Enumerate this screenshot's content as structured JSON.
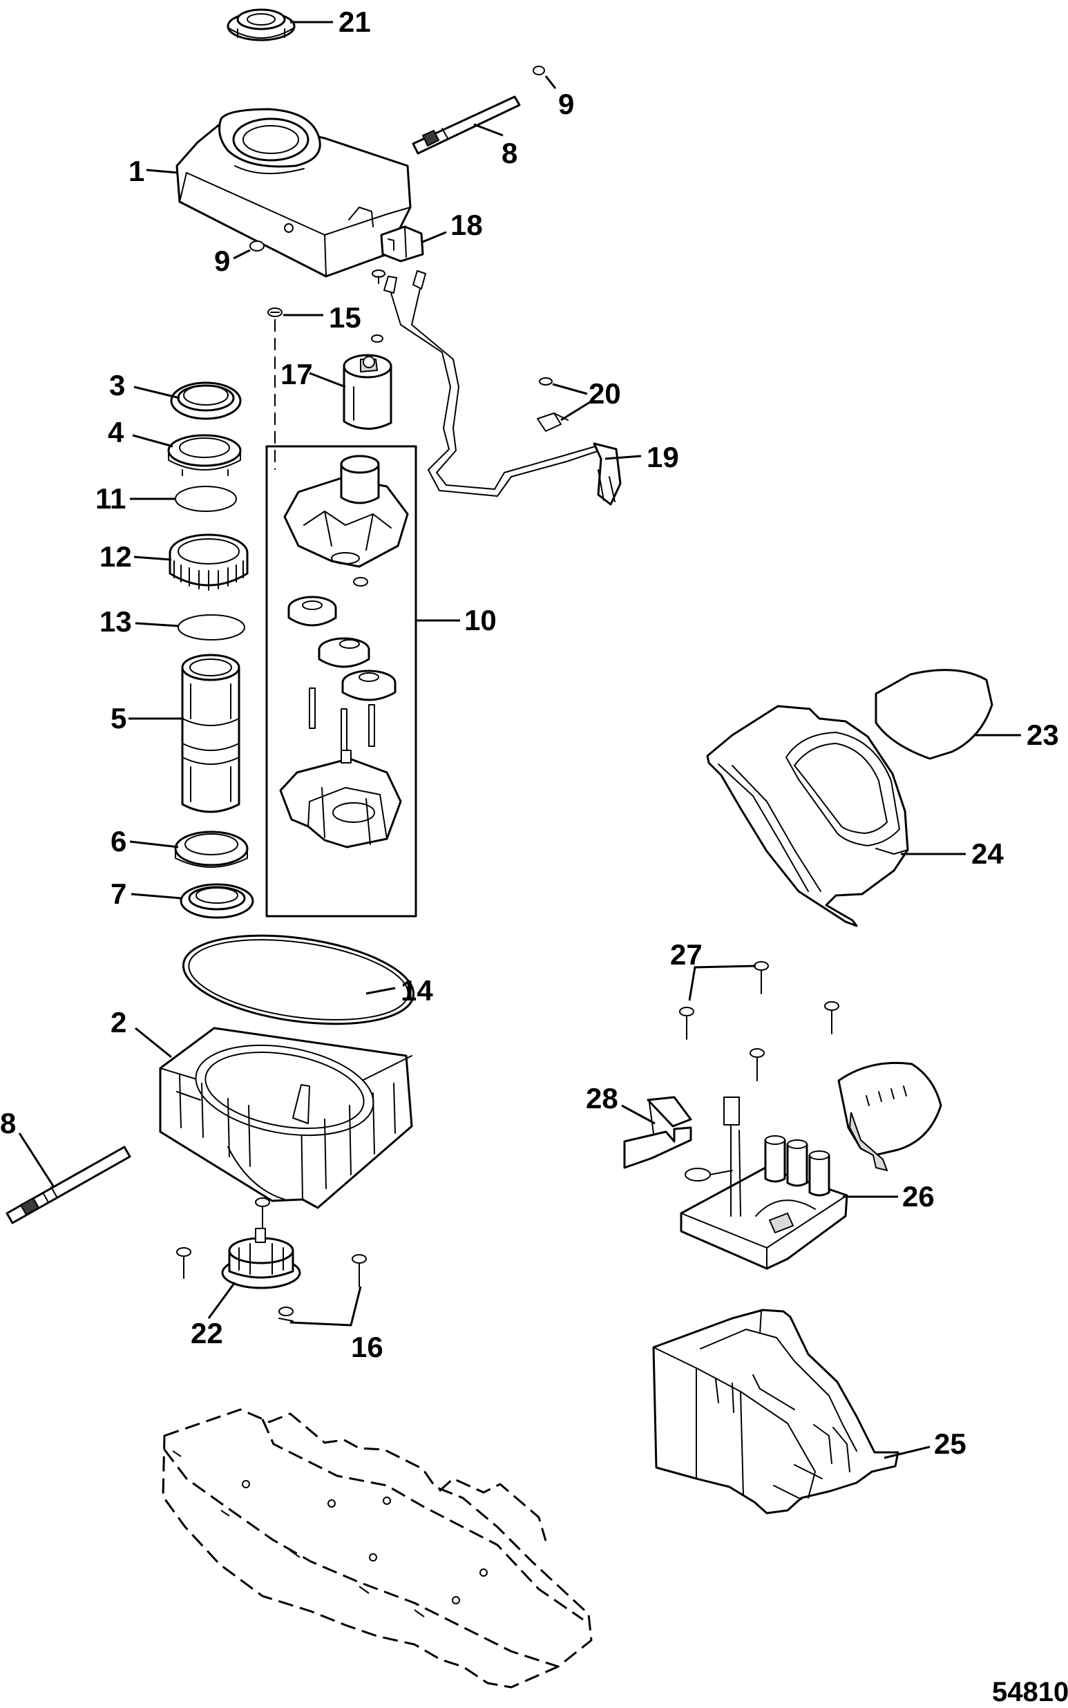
{
  "diagram": {
    "reference_number": "54810",
    "callouts": {
      "c1": "1",
      "c2": "2",
      "c3": "3",
      "c4": "4",
      "c5": "5",
      "c6": "6",
      "c7": "7",
      "c8_top": "8",
      "c8_bottom": "8",
      "c9_top": "9",
      "c9_left": "9",
      "c10": "10",
      "c11": "11",
      "c12": "12",
      "c13": "13",
      "c14": "14",
      "c15": "15",
      "c16": "16",
      "c17": "17",
      "c18": "18",
      "c19": "19",
      "c20": "20",
      "c21": "21",
      "c22": "22",
      "c23": "23",
      "c24": "24",
      "c25": "25",
      "c26": "26",
      "c27": "27",
      "c28": "28"
    }
  }
}
